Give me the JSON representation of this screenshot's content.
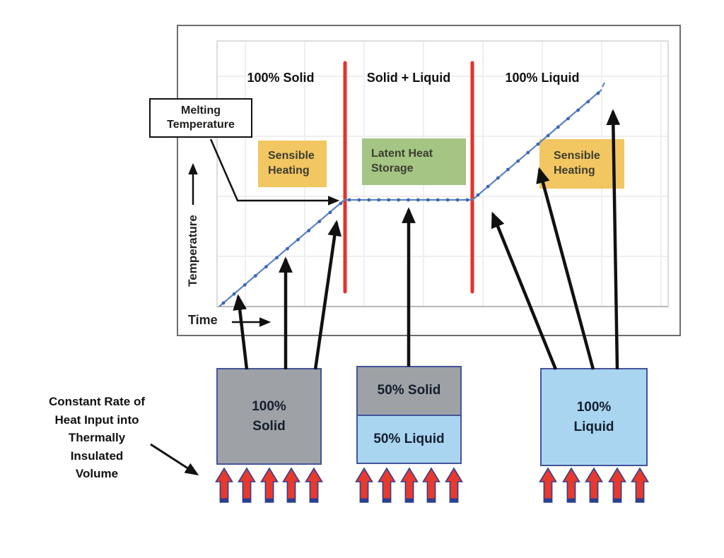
{
  "figure": {
    "region_labels": [
      "100% Solid",
      "Solid + Liquid",
      "100% Liquid"
    ],
    "melting_label": "Melting Temperature",
    "annotations": [
      {
        "label": "Sensible Heating",
        "style": "sensible"
      },
      {
        "label": "Latent Heat Storage",
        "style": "latent"
      },
      {
        "label": "Sensible Heating",
        "style": "sensible"
      }
    ],
    "y_axis_label": "Temperature",
    "x_axis_label": "Time",
    "curve": {
      "type": "line",
      "description": "Temperature vs time at constant heat input: rising sensible-heating segment while 100% solid, flat plateau at the melting temperature during solid + liquid latent heat storage, then rising sensible-heating segment while 100% liquid",
      "segments": [
        {
          "phase": "100% Solid",
          "trend": "rising"
        },
        {
          "phase": "Solid + Liquid",
          "trend": "flat at melting temperature"
        },
        {
          "phase": "100% Liquid",
          "trend": "rising"
        }
      ]
    }
  },
  "materials": [
    {
      "layers": [
        {
          "label": "100%\nSolid",
          "phase": "solid"
        }
      ]
    },
    {
      "layers": [
        {
          "label": "50% Solid",
          "phase": "solid"
        },
        {
          "label": "50% Liquid",
          "phase": "liquid"
        }
      ]
    },
    {
      "layers": [
        {
          "label": "100%\nLiquid",
          "phase": "liquid"
        }
      ]
    }
  ],
  "caption": "Constant Rate of\nHeat Input into\nThermally\nInsulated\nVolume",
  "colors": {
    "divider_red": "#e63128",
    "curve_blue": "#5b84c4",
    "marker_blue": "#3f66ad",
    "sensible_yellow": "#f2c661",
    "latent_green": "#a4c584",
    "solid_gray": "#9ea2a6",
    "liquid_blue": "#a9d5f0",
    "container_border": "#44549b",
    "heat_arrow_red": "#e8392d",
    "heat_arrow_navy": "#2e3f8f",
    "arrow_black": "#111111"
  }
}
